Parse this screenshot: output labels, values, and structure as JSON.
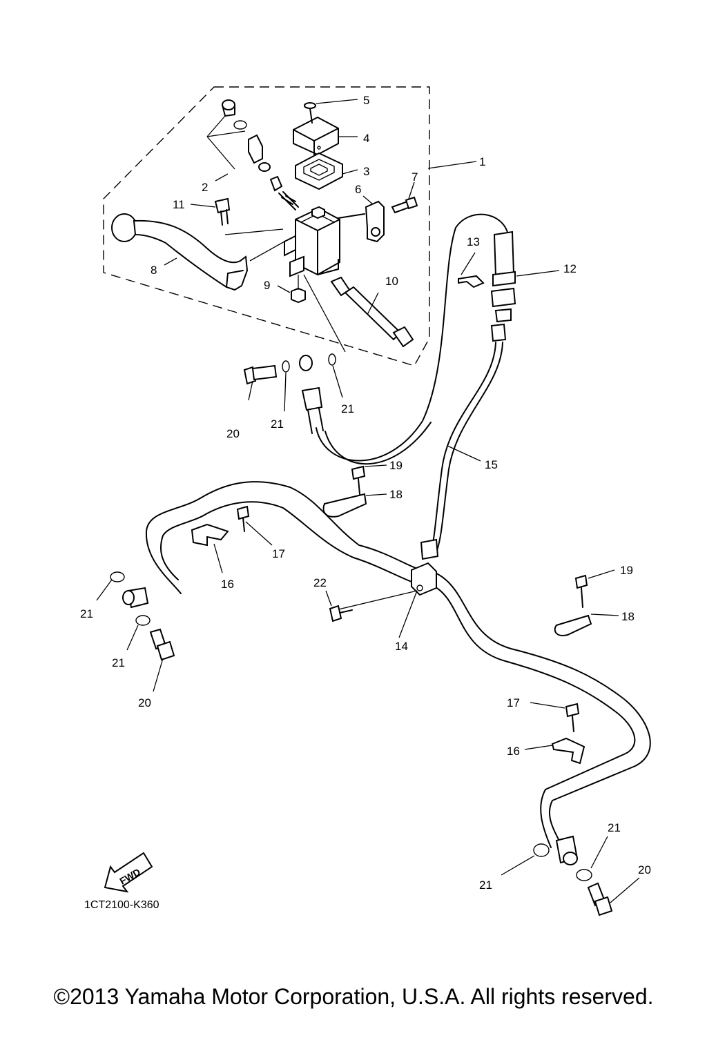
{
  "diagram": {
    "reference_code": "1CT2100-K360",
    "fwd_label": "FWD",
    "copyright": "©2013 Yamaha Motor Corporation, U.S.A. All rights reserved.",
    "callouts": [
      {
        "id": "c1",
        "label": "1"
      },
      {
        "id": "c2",
        "label": "2"
      },
      {
        "id": "c3",
        "label": "3"
      },
      {
        "id": "c4",
        "label": "4"
      },
      {
        "id": "c5",
        "label": "5"
      },
      {
        "id": "c6",
        "label": "6"
      },
      {
        "id": "c7",
        "label": "7"
      },
      {
        "id": "c8",
        "label": "8"
      },
      {
        "id": "c9",
        "label": "9"
      },
      {
        "id": "c10",
        "label": "10"
      },
      {
        "id": "c11",
        "label": "11"
      },
      {
        "id": "c12",
        "label": "12"
      },
      {
        "id": "c13",
        "label": "13"
      },
      {
        "id": "c14",
        "label": "14"
      },
      {
        "id": "c15",
        "label": "15"
      },
      {
        "id": "c16a",
        "label": "16"
      },
      {
        "id": "c16b",
        "label": "16"
      },
      {
        "id": "c17a",
        "label": "17"
      },
      {
        "id": "c17b",
        "label": "17"
      },
      {
        "id": "c18a",
        "label": "18"
      },
      {
        "id": "c18b",
        "label": "18"
      },
      {
        "id": "c19a",
        "label": "19"
      },
      {
        "id": "c19b",
        "label": "19"
      },
      {
        "id": "c20a",
        "label": "20"
      },
      {
        "id": "c20b",
        "label": "20"
      },
      {
        "id": "c20c",
        "label": "20"
      },
      {
        "id": "c21a",
        "label": "21"
      },
      {
        "id": "c21b",
        "label": "21"
      },
      {
        "id": "c21c",
        "label": "21"
      },
      {
        "id": "c21d",
        "label": "21"
      },
      {
        "id": "c21e",
        "label": "21"
      },
      {
        "id": "c21f",
        "label": "21"
      },
      {
        "id": "c22",
        "label": "22"
      }
    ]
  }
}
